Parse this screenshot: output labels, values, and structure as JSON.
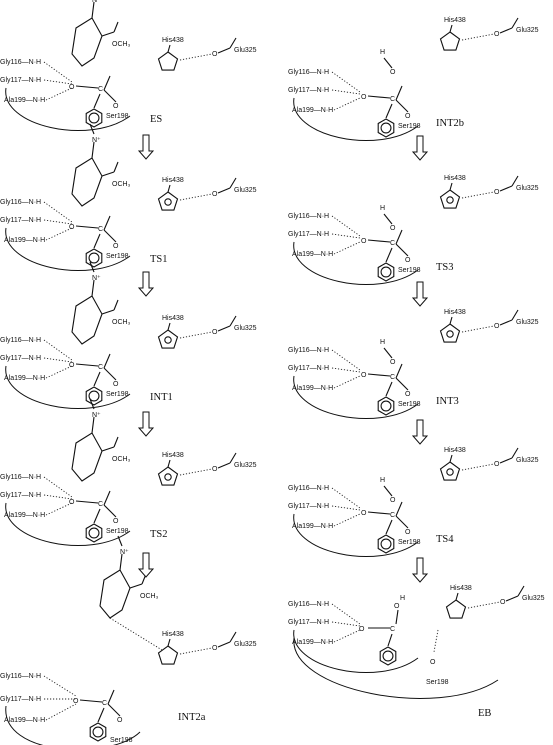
{
  "labels": {
    "gly116": "Gly116—N·H",
    "gly117": "Gly117—N·H",
    "ala199": "Ala199—N·H",
    "ser198": "Ser198",
    "his438": "His438",
    "glu325": "Glu325",
    "och3": "OCH₃",
    "h": "H",
    "nplus": "N⁺"
  },
  "states": {
    "ES": "ES",
    "TS1": "TS1",
    "INT1": "INT1",
    "TS2": "TS2",
    "INT2a": "INT2a",
    "INT2b": "INT2b",
    "TS3": "TS3",
    "INT3": "INT3",
    "TS4": "TS4",
    "EB": "EB"
  }
}
